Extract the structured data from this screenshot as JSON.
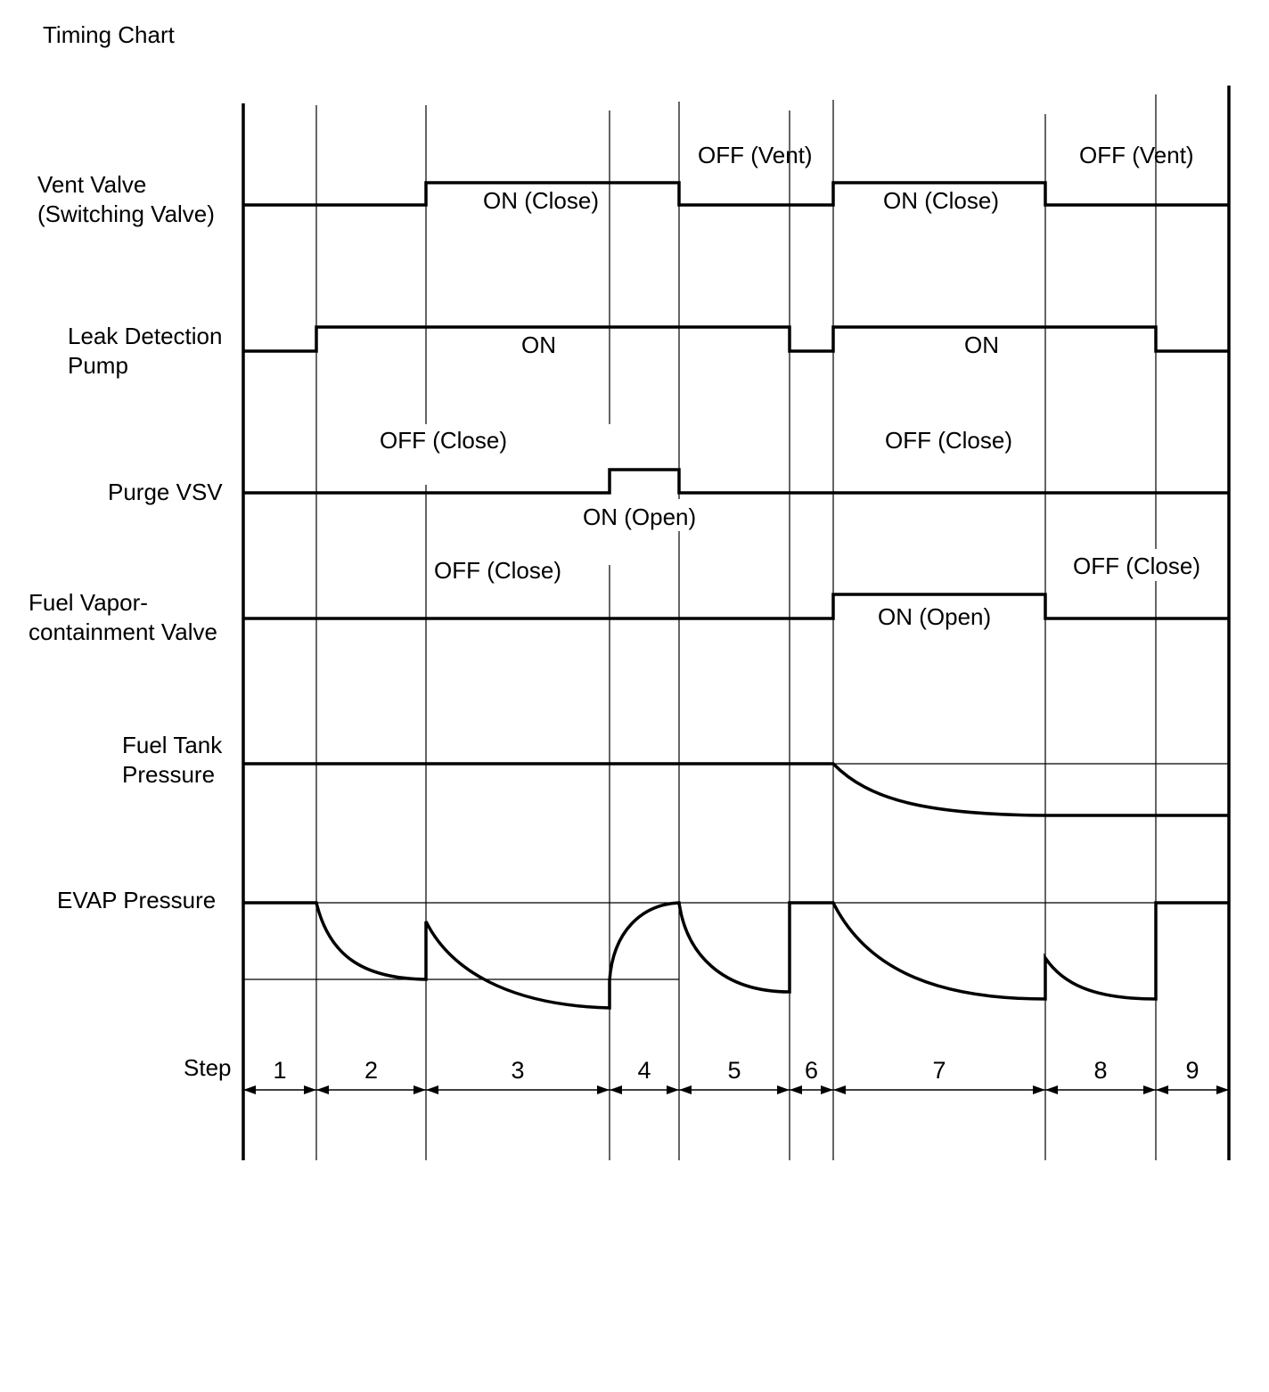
{
  "title": "Timing Chart",
  "rows": [
    {
      "key": "vent",
      "label_lines": [
        "Vent Valve",
        "(Switching Valve)"
      ]
    },
    {
      "key": "pump",
      "label_lines": [
        "Leak Detection",
        "Pump"
      ]
    },
    {
      "key": "purge",
      "label_lines": [
        "Purge VSV"
      ]
    },
    {
      "key": "fvcv",
      "label_lines": [
        "Fuel Vapor-",
        "containment Valve"
      ]
    },
    {
      "key": "ftp",
      "label_lines": [
        "Fuel Tank",
        "Pressure"
      ]
    },
    {
      "key": "evap",
      "label_lines": [
        "EVAP Pressure"
      ]
    }
  ],
  "state_labels": {
    "vent": [
      "ON (Close)",
      "OFF (Vent)",
      "ON (Close)",
      "OFF (Vent)"
    ],
    "pump": [
      "ON",
      "ON"
    ],
    "purge": [
      "OFF (Close)",
      "ON (Open)",
      "OFF (Close)"
    ],
    "fvcv": [
      "OFF (Close)",
      "ON (Open)",
      "OFF (Close)"
    ]
  },
  "step_label": "Step",
  "steps": [
    "1",
    "2",
    "3",
    "4",
    "5",
    "6",
    "7",
    "8",
    "9"
  ],
  "signals": {
    "vent": [
      0,
      0,
      1,
      1,
      0,
      0,
      1,
      0,
      0
    ],
    "pump": [
      0,
      1,
      1,
      1,
      1,
      0,
      1,
      1,
      0
    ],
    "purge": [
      0,
      0,
      0,
      1,
      0,
      0,
      0,
      0,
      0
    ],
    "fvcv": [
      0,
      0,
      0,
      0,
      0,
      0,
      1,
      0,
      0
    ]
  }
}
